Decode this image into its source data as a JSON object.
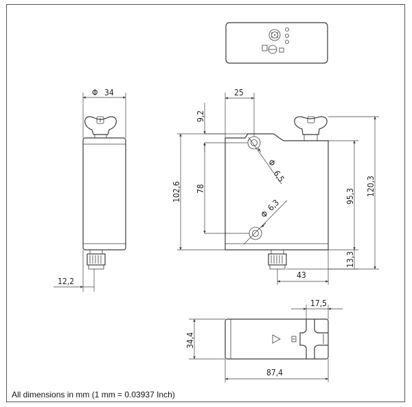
{
  "dimensions": {
    "diameter_symbol": "Φ",
    "side_width": "34",
    "side_bottom": "12,2",
    "front_top": "25",
    "front_top_offset": "9,2",
    "hole_top": "6,5",
    "hole_bottom": "6,3",
    "height_outer": "102,6",
    "hole_distance": "78",
    "height_right_inner": "95,3",
    "height_right_outer": "120,3",
    "bottom_offset": "13,3",
    "connector_offset": "43",
    "top_view_height": "34,4",
    "top_view_knob": "17,5",
    "top_view_length": "87,4"
  },
  "footnote": "All dimensions in mm (1 mm = 0.03937 Inch)"
}
